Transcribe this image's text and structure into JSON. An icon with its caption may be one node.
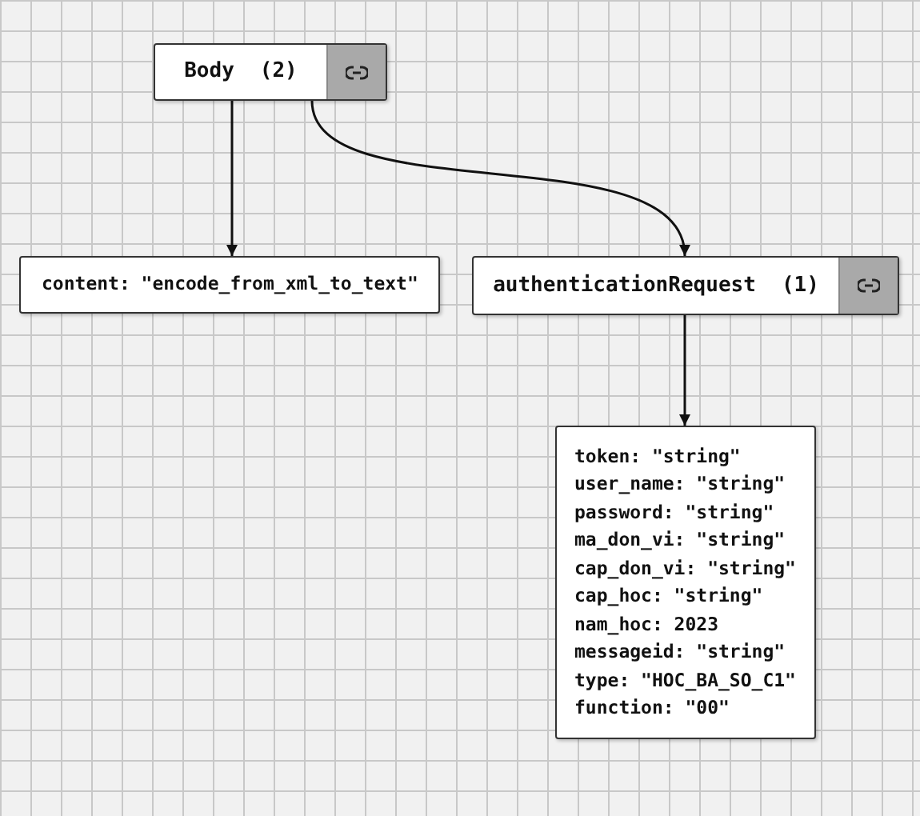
{
  "diagram": {
    "nodes": [
      {
        "text": [
          "Body",
          "(2)"
        ]
      },
      {
        "text": [
          "content: \"encode_from_xml_to_text\""
        ]
      },
      {
        "text": [
          "authenticationRequest",
          "(1)"
        ]
      },
      {
        "text": [
          "token: \"string\"",
          "user_name: \"string\"",
          "password: \"string\"",
          "ma_don_vi: \"string\"",
          "cap_don_vi: \"string\"",
          "cap_hoc: \"string\"",
          "nam_hoc: 2023",
          "messageid: \"string\"",
          "type: \"HOC_BA_SO_C1\"",
          "function: \"00\""
        ]
      }
    ],
    "edges": [
      {
        "from": 0,
        "to": 1,
        "arrow": "to"
      },
      {
        "from": 0,
        "to": 2,
        "arrow": "to"
      },
      {
        "from": 2,
        "to": 3,
        "arrow": "to"
      }
    ]
  }
}
